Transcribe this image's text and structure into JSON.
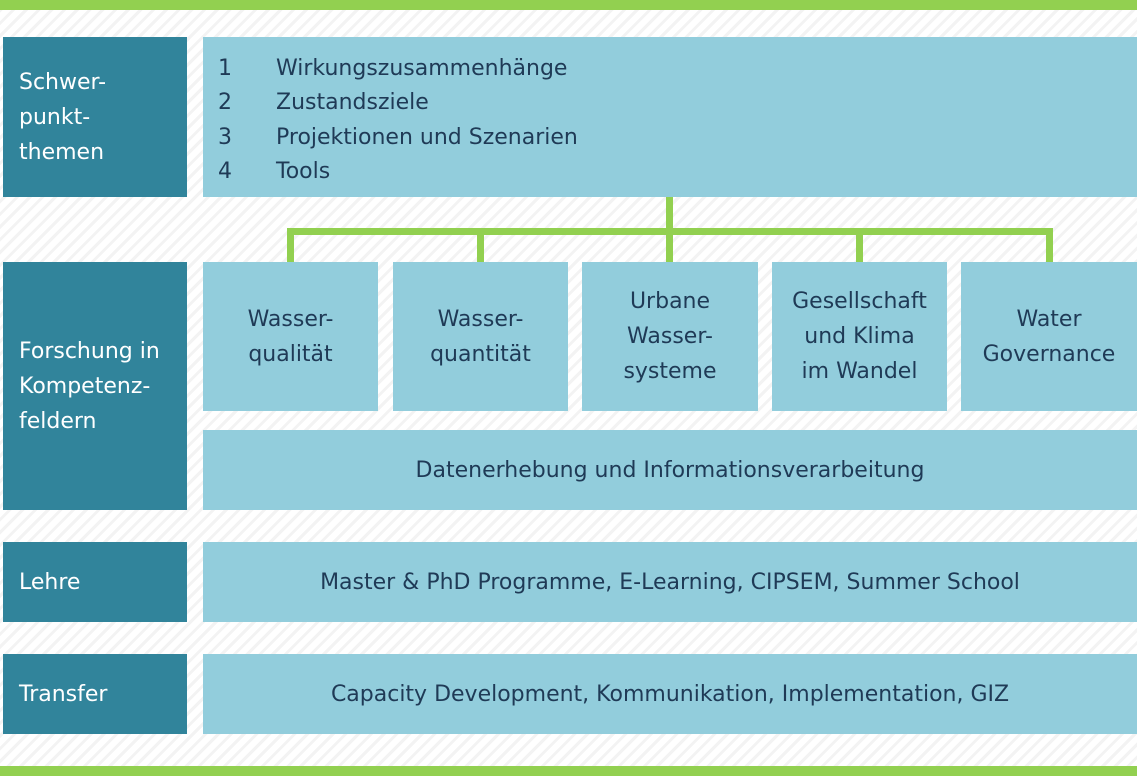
{
  "rows": {
    "schwerpunkt": {
      "label_lines": [
        "Schwer-",
        "punkt-",
        "themen"
      ]
    },
    "forschung": {
      "label_lines": [
        "Forschung in",
        "Kompetenz-",
        "feldern"
      ]
    },
    "lehre": {
      "label_lines": [
        "Lehre"
      ]
    },
    "transfer": {
      "label_lines": [
        "Transfer"
      ]
    }
  },
  "topics": [
    {
      "num": "1",
      "text": "Wirkungszusammenhänge"
    },
    {
      "num": "2",
      "text": "Zustandsziele"
    },
    {
      "num": "3",
      "text": "Projektionen und Szenarien"
    },
    {
      "num": "4",
      "text": "Tools"
    }
  ],
  "fields": [
    {
      "lines": [
        "Wasser-",
        "qualität"
      ]
    },
    {
      "lines": [
        "Wasser-",
        "quantität"
      ]
    },
    {
      "lines": [
        "Urbane",
        "Wasser-",
        "systeme"
      ]
    },
    {
      "lines": [
        "Gesellschaft",
        "und Klima",
        "im Wandel"
      ]
    },
    {
      "lines": [
        "Water",
        "Governance"
      ]
    }
  ],
  "data_box": "Datenerhebung und Informationsverarbeitung",
  "lehre_box": "Master & PhD Programme, E-Learning, CIPSEM, Summer School",
  "transfer_box": "Capacity Development, Kommunikation, Implementation, GIZ",
  "colors": {
    "label_bg": "#31849b",
    "box_bg": "#92cddc",
    "text": "#1f3a56",
    "accent_green": "#92d050"
  }
}
